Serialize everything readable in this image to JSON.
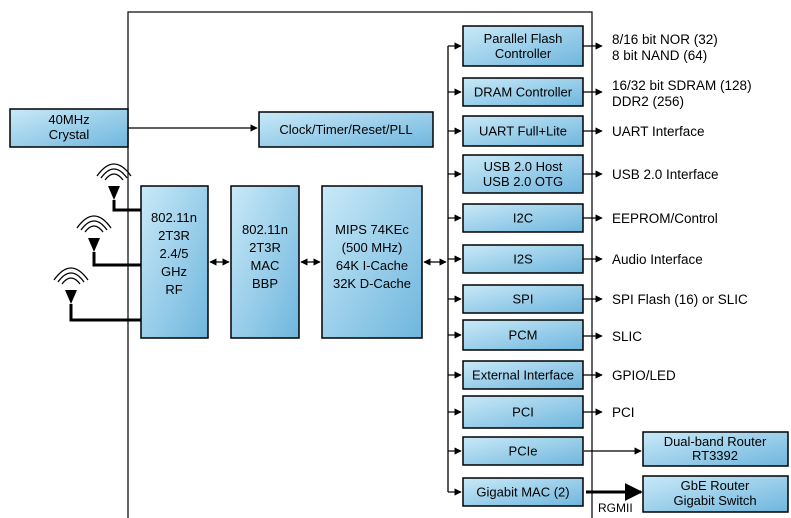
{
  "crystal": {
    "lines": [
      "40MHz",
      "Crystal"
    ]
  },
  "clock": {
    "label": "Clock/Timer/Reset/PLL"
  },
  "rf": {
    "lines": [
      "802.11n",
      "2T3R",
      "2.4/5",
      "GHz",
      "RF"
    ]
  },
  "mac": {
    "lines": [
      "802.11n",
      "2T3R",
      "MAC",
      "BBP"
    ]
  },
  "cpu": {
    "lines": [
      "MIPS 74KEc",
      "(500 MHz)",
      "64K I-Cache",
      "32K D-Cache"
    ]
  },
  "peripherals": [
    {
      "key": "flash",
      "lines": [
        "Parallel Flash",
        "Controller"
      ],
      "outputs": [
        "8/16 bit NOR (32)",
        "8 bit NAND (64)"
      ]
    },
    {
      "key": "dram",
      "lines": [
        "DRAM Controller"
      ],
      "outputs": [
        "16/32 bit SDRAM (128)",
        "DDR2 (256)"
      ]
    },
    {
      "key": "uart",
      "lines": [
        "UART Full+Lite"
      ],
      "outputs": [
        "UART Interface"
      ]
    },
    {
      "key": "usb",
      "lines": [
        "USB 2.0 Host",
        "USB 2.0 OTG"
      ],
      "outputs": [
        "USB 2.0 Interface"
      ]
    },
    {
      "key": "i2c",
      "lines": [
        "I2C"
      ],
      "outputs": [
        "EEPROM/Control"
      ]
    },
    {
      "key": "i2s",
      "lines": [
        "I2S"
      ],
      "outputs": [
        "Audio Interface"
      ]
    },
    {
      "key": "spi",
      "lines": [
        "SPI"
      ],
      "outputs": [
        "SPI Flash (16) or SLIC"
      ]
    },
    {
      "key": "pcm",
      "lines": [
        "PCM"
      ],
      "outputs": [
        "SLIC"
      ]
    },
    {
      "key": "ext",
      "lines": [
        "External Interface"
      ],
      "outputs": [
        "GPIO/LED"
      ]
    },
    {
      "key": "pci",
      "lines": [
        "PCI"
      ],
      "outputs": [
        "PCI"
      ]
    },
    {
      "key": "pcie",
      "lines": [
        "PCIe"
      ],
      "outputs": []
    },
    {
      "key": "gbe",
      "lines": [
        "Gigabit MAC (2)"
      ],
      "outputs": []
    }
  ],
  "external_devices": {
    "dual_band": [
      "Dual-band Router",
      "RT3392"
    ],
    "gbe_router": [
      "GbE Router",
      "Gigabit Switch"
    ]
  },
  "rgmii_label": "RGMII",
  "colors": {
    "block_fill": "#a8d8f0",
    "block_fill_dark": "#6fb6dd",
    "stroke": "#000000"
  }
}
